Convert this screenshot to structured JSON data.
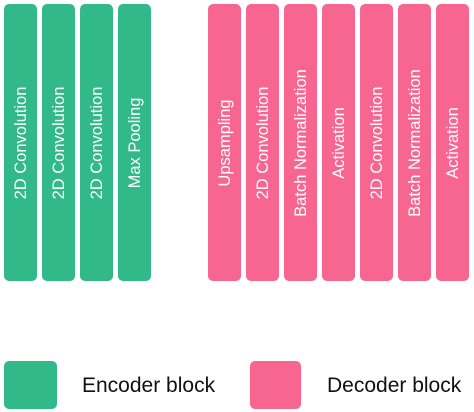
{
  "colors": {
    "encoder": "#32b98a",
    "decoder": "#f76690"
  },
  "encoder": {
    "layers": [
      "2D Convolution",
      "2D Convolution",
      "2D Convolution",
      "Max Pooling"
    ]
  },
  "decoder": {
    "layers": [
      "Upsampling",
      "2D Convolution",
      "Batch Normalization",
      "Activation",
      "2D Convolution",
      "Batch Normalization",
      "Activation"
    ]
  },
  "legend": {
    "encoder_label": "Encoder block",
    "decoder_label": "Decoder block"
  }
}
